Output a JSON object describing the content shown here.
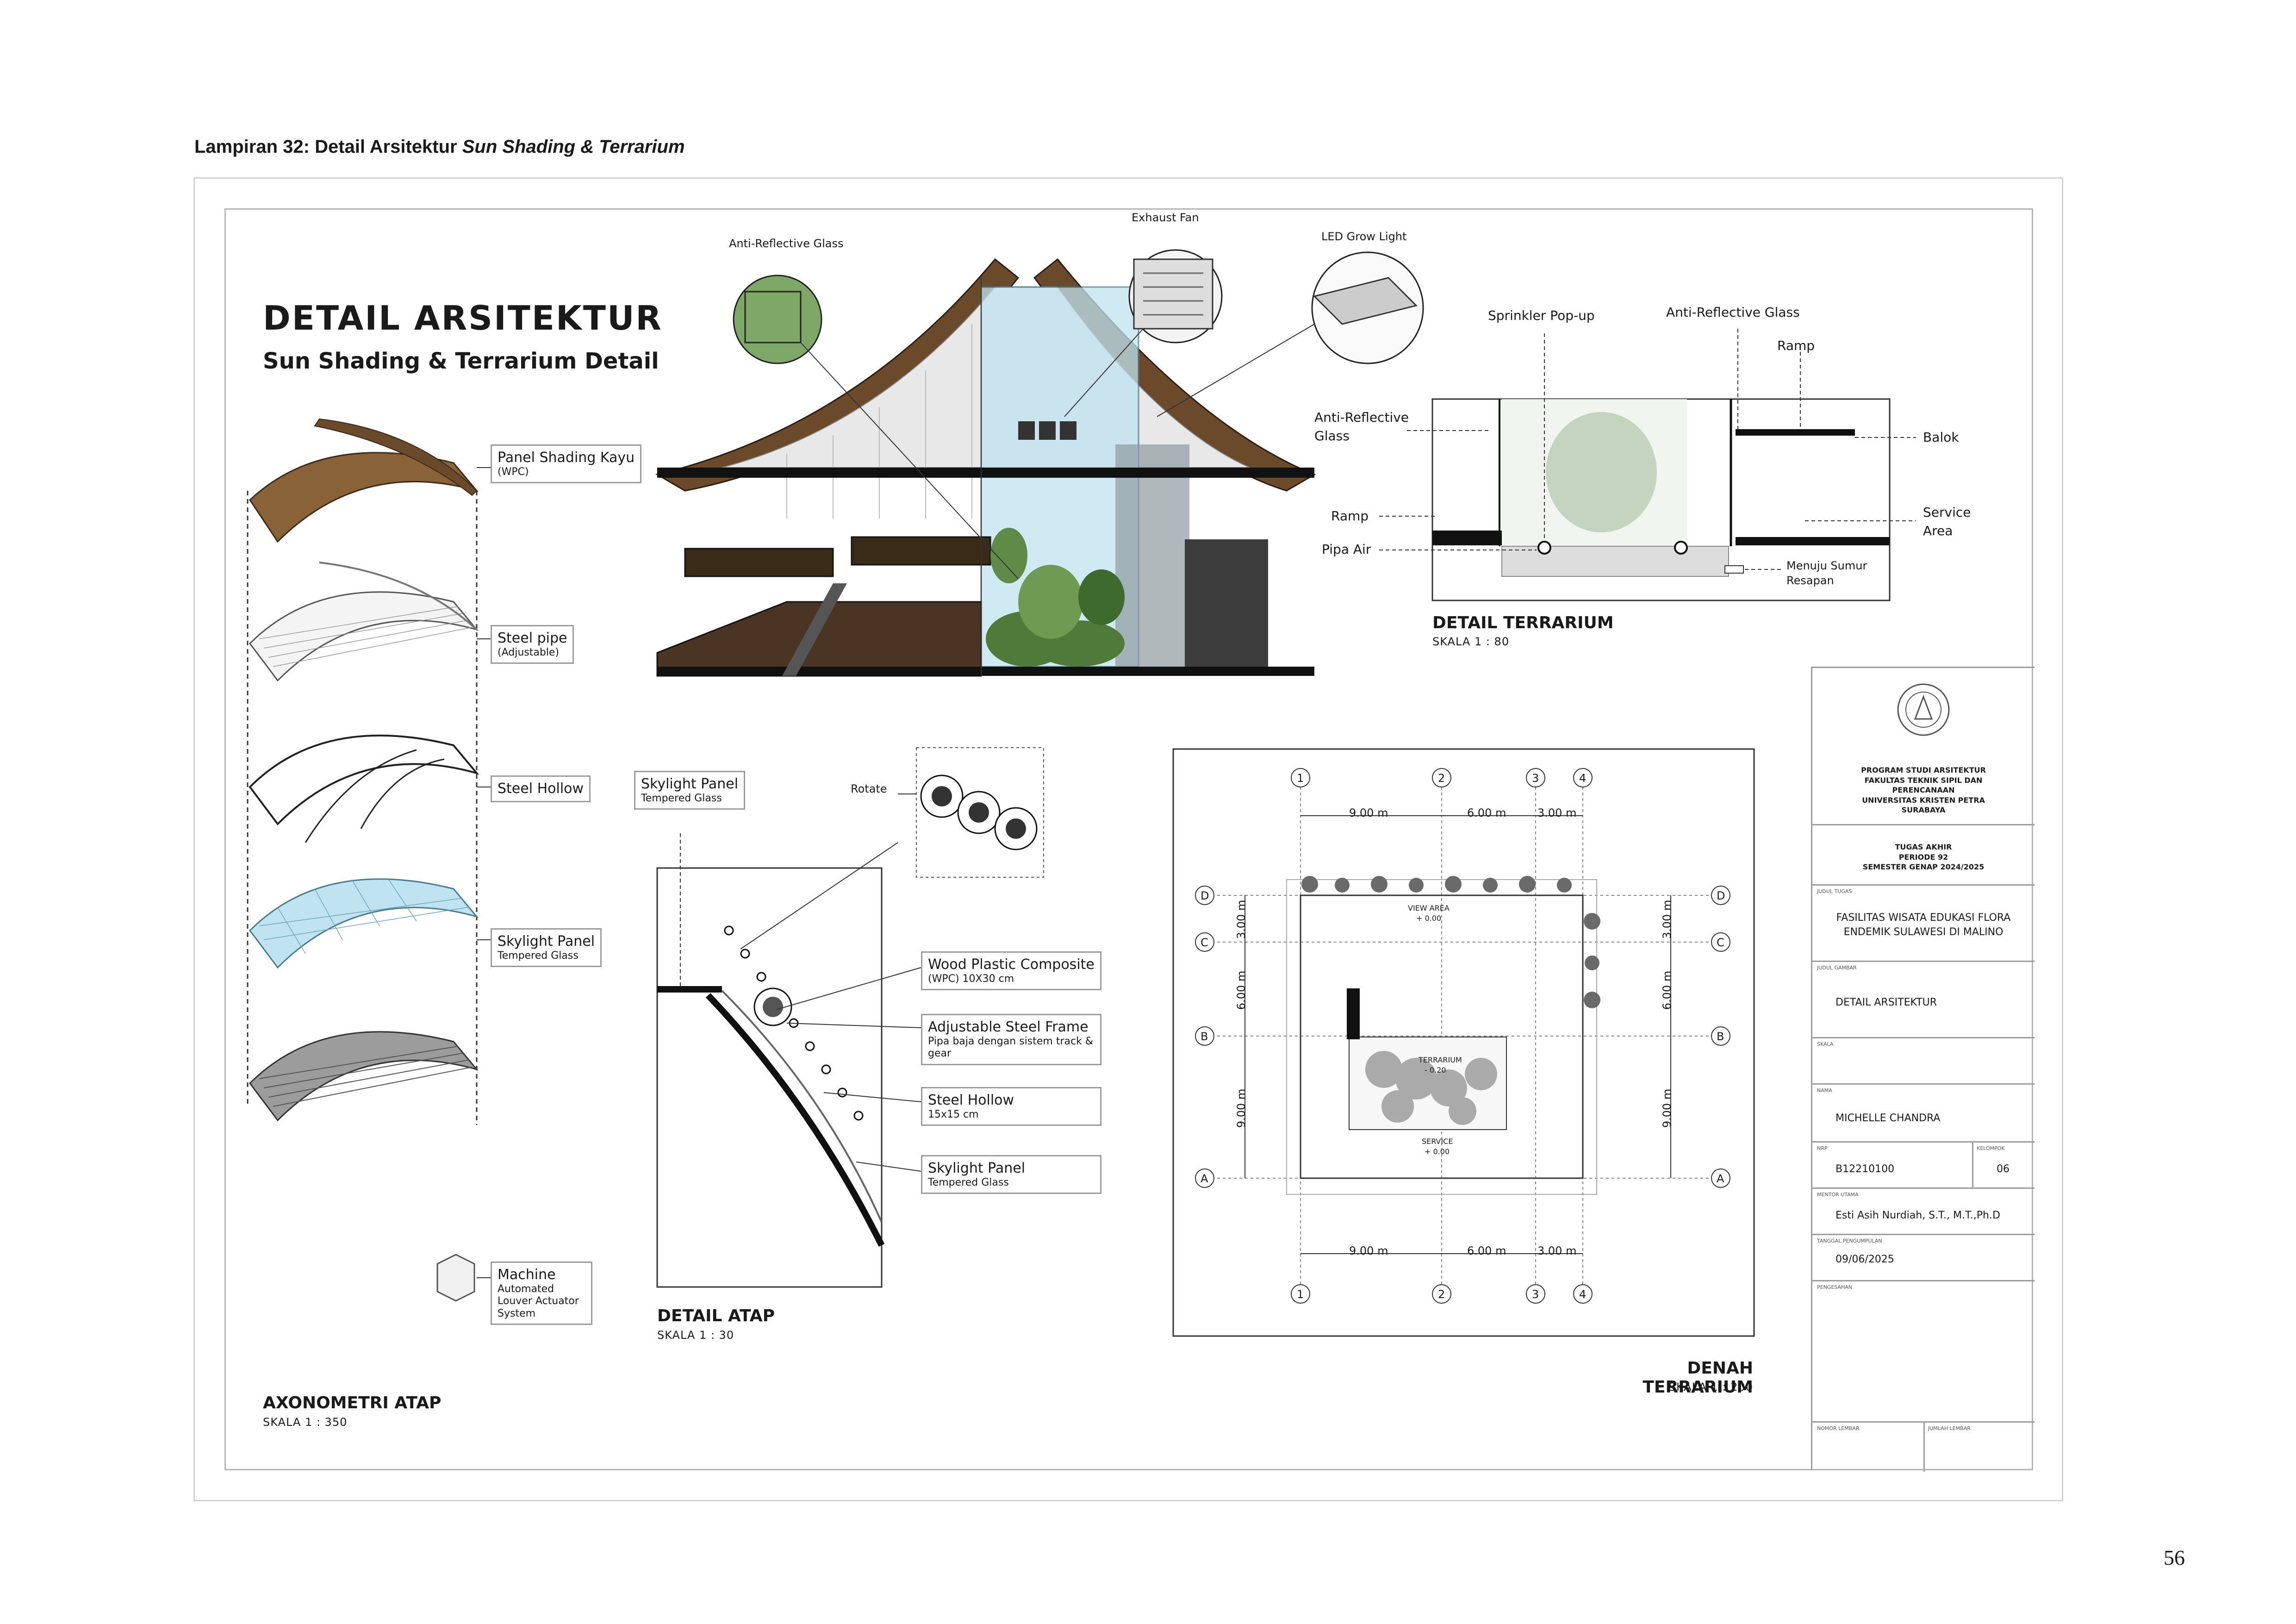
{
  "caption": {
    "prefix": "Lampiran 32: Detail Arsitektur ",
    "italic": "Sun Shading & Terrarium"
  },
  "page_number": "56",
  "sheet": {
    "title": "DETAIL ARSITEKTUR",
    "subtitle": "Sun Shading & Terrarium Detail"
  },
  "axonometri": {
    "title": "AXONOMETRI ATAP",
    "scale": "SKALA 1 : 350",
    "labels": [
      {
        "main": "Panel Shading Kayu",
        "sub": "(WPC)"
      },
      {
        "main": "Steel pipe",
        "sub": "(Adjustable)"
      },
      {
        "main": "Steel Hollow",
        "sub": ""
      },
      {
        "main": "Skylight Panel",
        "sub": "Tempered Glass"
      },
      {
        "main": "Machine",
        "sub": "Automated Louver Actuator System"
      }
    ]
  },
  "section": {
    "anti_reflective_glass": "Anti-Reflective Glass",
    "exhaust_fan": "Exhaust Fan",
    "led_grow_light": "LED Grow Light"
  },
  "detail_terrarium": {
    "title": "DETAIL TERRARIUM",
    "scale": "SKALA 1 : 80",
    "sprinkler": "Sprinkler Pop-up",
    "anti_glass_top": "Anti-Reflective Glass",
    "ramp_top": "Ramp",
    "anti_glass_left_1": "Anti-Reflective",
    "anti_glass_left_2": "Glass",
    "ramp_left": "Ramp",
    "pipa_air": "Pipa Air",
    "balok": "Balok",
    "service_1": "Service",
    "service_2": "Area",
    "sumur_1": "Menuju Sumur",
    "sumur_2": "Resapan"
  },
  "detail_atap": {
    "title": "DETAIL ATAP",
    "scale": "SKALA 1 : 30",
    "rotate": "Rotate",
    "skylight_top": {
      "main": "Skylight Panel",
      "sub": "Tempered Glass"
    },
    "labels": [
      {
        "main": "Wood Plastic Composite",
        "sub": "(WPC) 10X30 cm"
      },
      {
        "main": "Adjustable Steel Frame",
        "sub": "Pipa baja dengan sistem track & gear"
      },
      {
        "main": "Steel Hollow",
        "sub": "15x15 cm"
      },
      {
        "main": "Skylight Panel",
        "sub": "Tempered Glass"
      }
    ]
  },
  "denah": {
    "title": "DENAH TERRARIUM",
    "scale": "SKALA 1 : 200",
    "grid_numbers": [
      "1",
      "2",
      "3",
      "4"
    ],
    "grid_letters": [
      "D",
      "C",
      "B",
      "A"
    ],
    "dims_x": [
      "9.00 m",
      "6.00 m",
      "3.00 m"
    ],
    "dims_y": [
      "3.00 m",
      "6.00 m",
      "9.00 m"
    ],
    "view_area": "VIEW AREA",
    "view_level": "+ 0.00",
    "terrarium": "TERRARIUM",
    "terrarium_level": "- 0.20",
    "service": "SERVICE",
    "service_level": "+ 0.00"
  },
  "title_block": {
    "program": [
      "PROGRAM STUDI ARSITEKTUR",
      "FAKULTAS TEKNIK SIPIL DAN",
      "PERENCANAAN",
      "UNIVERSITAS KRISTEN PETRA",
      "SURABAYA"
    ],
    "tugas": [
      "TUGAS AKHIR",
      "PERIODE 92",
      "SEMESTER GENAP 2024/2025"
    ],
    "judul_tugas_label": "JUDUL TUGAS",
    "judul_tugas": [
      "FASILITAS WISATA EDUKASI FLORA",
      "ENDEMIK SULAWESI DI MALINO"
    ],
    "judul_gambar_label": "JUDUL GAMBAR",
    "judul_gambar": "DETAIL ARSITEKTUR",
    "skala_label": "SKALA",
    "nama_label": "NAMA",
    "nama": "MICHELLE CHANDRA",
    "nrp_label": "NRP",
    "nrp": "B12210100",
    "kelompok_label": "KELOMPOK",
    "kelompok": "06",
    "mentor_label": "MENTOR UTAMA",
    "mentor": "Esti Asih Nurdiah, S.T., M.T.,Ph.D",
    "tanggal_label": "TANGGAL PENGUMPULAN",
    "tanggal": "09/06/2025",
    "pengesahan_label": "PENGESAHAN",
    "nomor_lembar_label": "NOMOR LEMBAR",
    "jumlah_lembar_label": "JUMLAH LEMBAR"
  },
  "colors": {
    "wood": "#6b4a2b",
    "glass": "#bfe3f0",
    "green": "#4f7a3a",
    "line": "#1a1a1a",
    "frame": "#b5b5b5"
  }
}
